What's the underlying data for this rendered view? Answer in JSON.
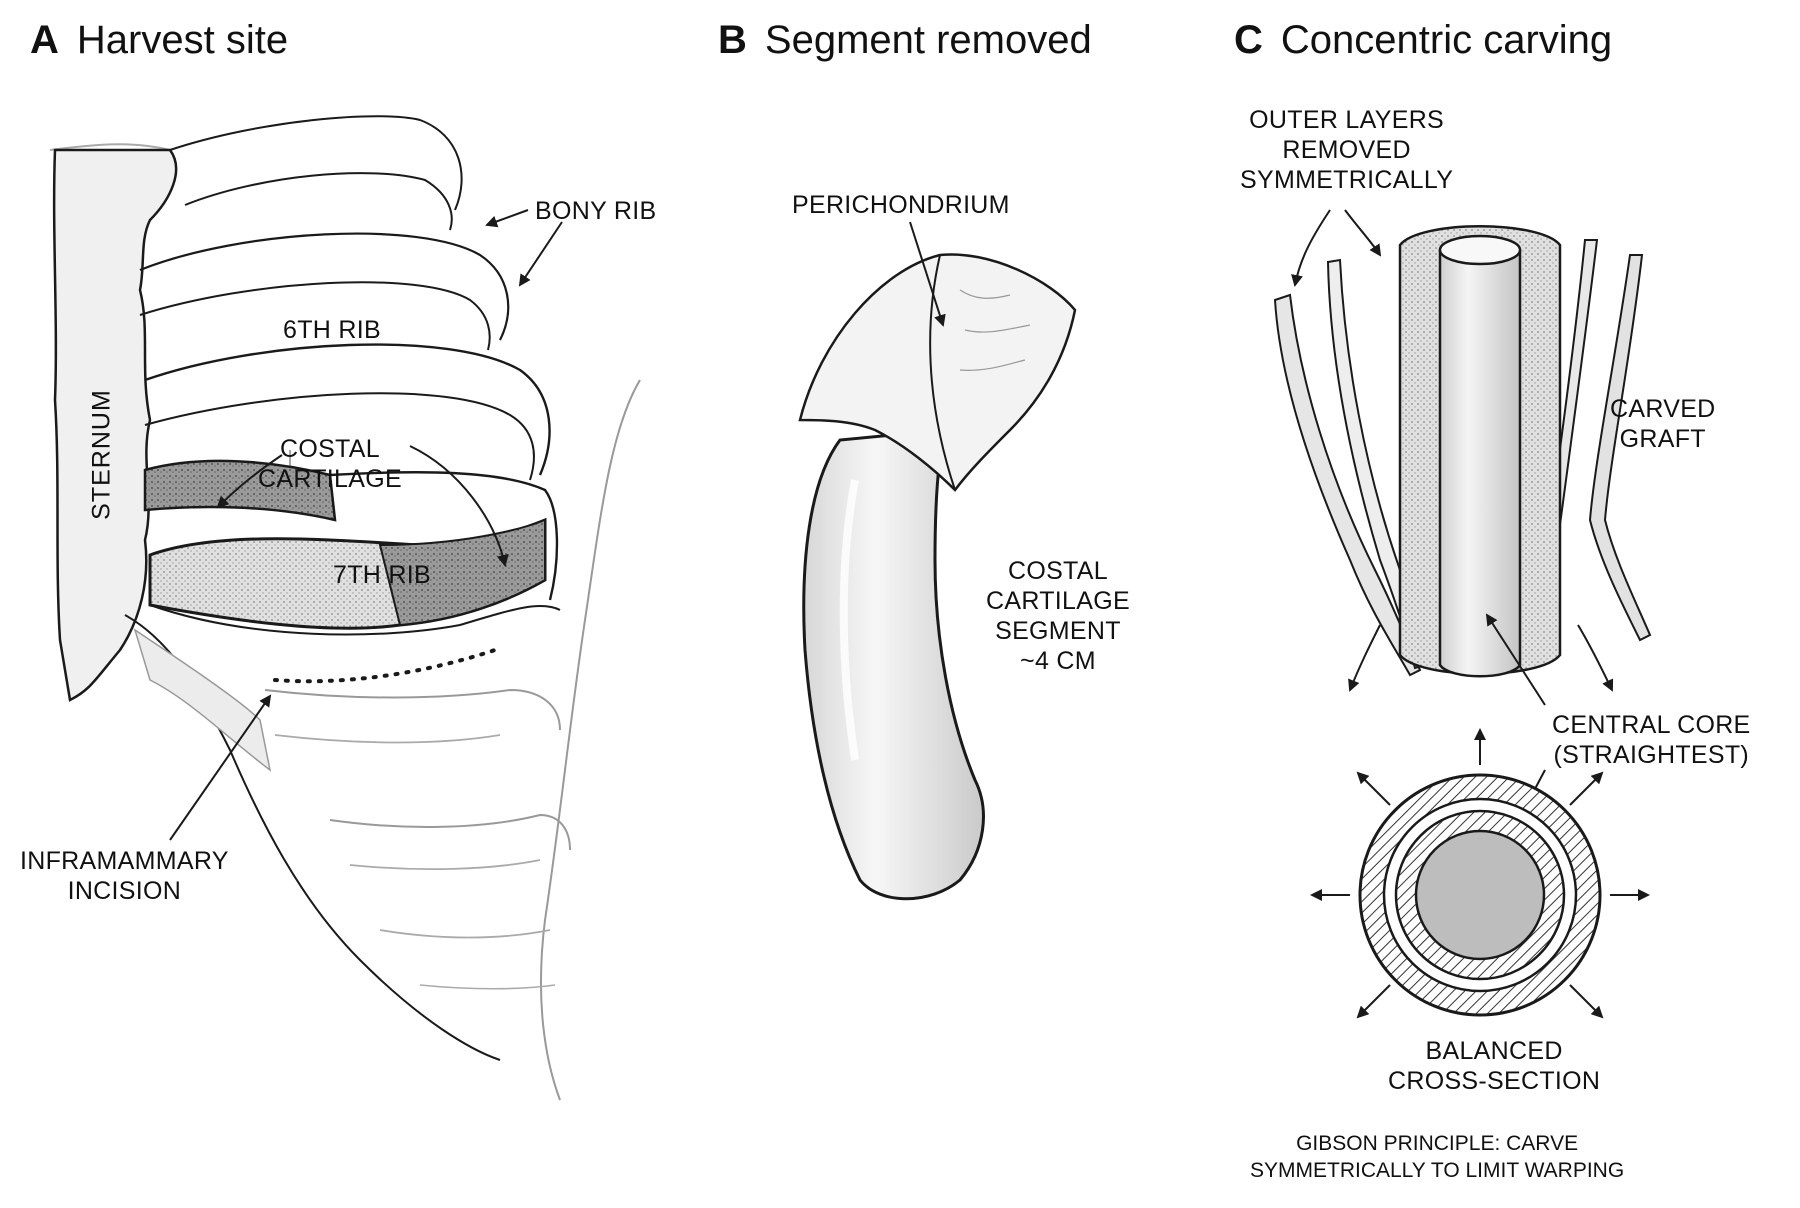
{
  "panels": {
    "a": {
      "letter": "A",
      "title": "Harvest site",
      "labels": {
        "sternum": "STERNUM",
        "bony_rib": "BONY RIB",
        "sixth_rib": "6TH RIB",
        "costal_cartilage": [
          "COSTAL",
          "CARTILAGE"
        ],
        "seventh_rib": "7TH RIB",
        "inframammary_incision": [
          "INFRAMAMMARY",
          "INCISION"
        ]
      }
    },
    "b": {
      "letter": "B",
      "title": "Segment removed",
      "labels": {
        "perichondrium": "PERICHONDRIUM",
        "segment": [
          "COSTAL",
          "CARTILAGE",
          "SEGMENT",
          "~4 CM"
        ]
      }
    },
    "c": {
      "letter": "C",
      "title": "Concentric carving",
      "labels": {
        "outer_layers": [
          "OUTER LAYERS",
          "REMOVED",
          "SYMMETRICALLY"
        ],
        "carved_graft": [
          "CARVED",
          "GRAFT"
        ],
        "central_core": [
          "CENTRAL CORE",
          "(STRAIGHTEST)"
        ],
        "balanced": [
          "BALANCED",
          "CROSS-SECTION"
        ]
      },
      "footnote": [
        "GIBSON PRINCIPLE: CARVE",
        "SYMMETRICALLY TO LIMIT WARPING"
      ]
    }
  },
  "colors": {
    "ink": "#1a1a1a",
    "cartilage_shade": "#9a9a9a",
    "core_fill": "#bdbdbd",
    "light_fill": "#f2f2f2"
  }
}
